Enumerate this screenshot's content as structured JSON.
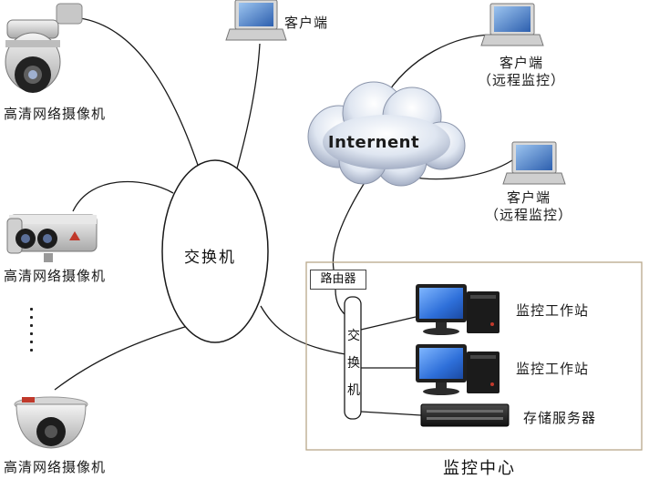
{
  "labels": {
    "camera_top": "高清网络摄像机",
    "camera_middle": "高清网络摄像机",
    "camera_bottom": "高清网络摄像机",
    "client_top": "客户端",
    "client_remote_1": "客户端",
    "client_remote_1_sub": "（远程监控）",
    "client_remote_2": "客户端",
    "client_remote_2_sub": "（远程监控）",
    "internet": "Internent",
    "switch_main": "交换机",
    "router": "路由器",
    "switch_vertical": [
      "交",
      "换",
      "机"
    ],
    "workstation_1": "监控工作站",
    "workstation_2": "监控工作站",
    "storage_server": "存储服务器",
    "monitoring_center": "监控中心"
  },
  "colors": {
    "line": "#1a1a1a",
    "cloud_light": "#e9eef6",
    "cloud_dark": "#aeb6c8",
    "laptop_screen": "#3f6fb8",
    "monitor_screen": "#2a6fd6",
    "pc_body": "#1c1c1c",
    "camera_body": "#d7d7d7"
  },
  "icons": [
    "ptz-camera-icon",
    "bullet-camera-icon",
    "dome-camera-icon",
    "laptop-icon",
    "cloud-icon",
    "desktop-pc-icon",
    "rack-server-icon"
  ]
}
